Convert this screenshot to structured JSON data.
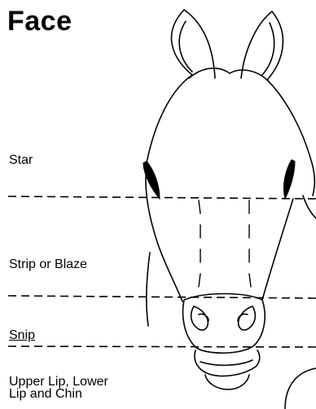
{
  "title": "Face",
  "regions": {
    "star": "Star",
    "strip_or_blaze": "Strip or Blaze",
    "snip": "Snip",
    "lips_and_chin_line1": "Upper Lip, Lower",
    "lips_and_chin_line2": "Lip and Chin"
  }
}
